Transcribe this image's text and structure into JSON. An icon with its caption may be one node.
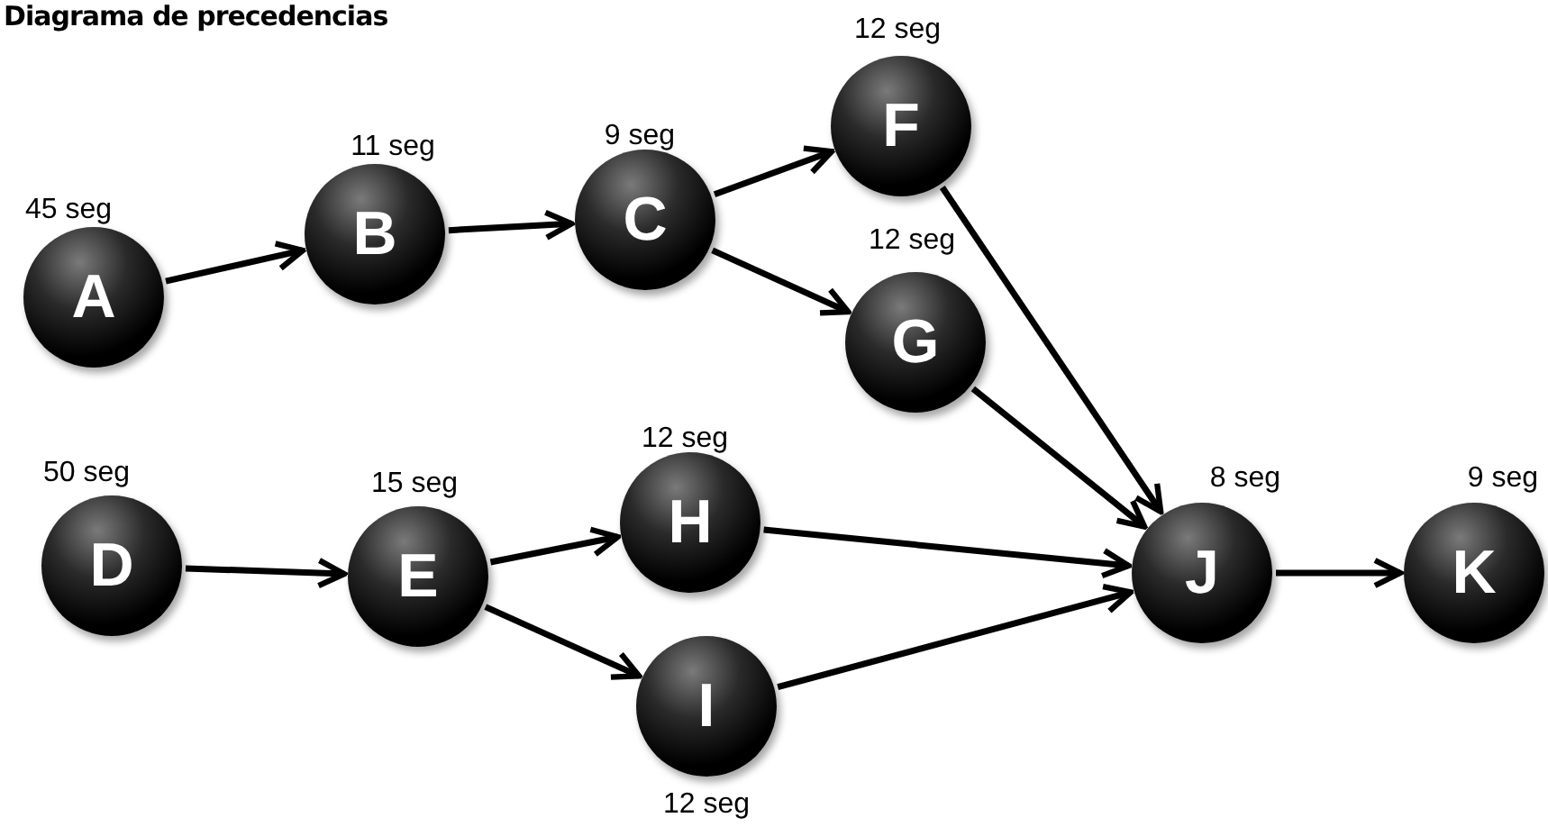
{
  "diagram": {
    "title": "Diagrama de precedencias",
    "nodes": [
      {
        "text": [
          "A"
        ],
        "beside": [
          "45 seg"
        ]
      },
      {
        "text": [
          "B"
        ],
        "beside": [
          "11 seg"
        ]
      },
      {
        "text": [
          "C"
        ],
        "beside": [
          "9 seg"
        ]
      },
      {
        "text": [
          "F"
        ],
        "beside": [
          "12 seg"
        ]
      },
      {
        "text": [
          "G"
        ],
        "beside": [
          "12 seg"
        ]
      },
      {
        "text": [
          "D"
        ],
        "beside": [
          "50 seg"
        ]
      },
      {
        "text": [
          "E"
        ],
        "beside": [
          "15 seg"
        ]
      },
      {
        "text": [
          "H"
        ],
        "beside": [
          "12 seg"
        ]
      },
      {
        "text": [
          "I"
        ],
        "beside": [
          "12 seg"
        ]
      },
      {
        "text": [
          "J"
        ],
        "beside": [
          "8 seg"
        ]
      },
      {
        "text": [
          "K"
        ],
        "beside": [
          "9 seg"
        ]
      }
    ],
    "edges": [
      {
        "from": 0,
        "to": 1,
        "arrow": "to"
      },
      {
        "from": 1,
        "to": 2,
        "arrow": "to"
      },
      {
        "from": 2,
        "to": 3,
        "arrow": "to"
      },
      {
        "from": 2,
        "to": 4,
        "arrow": "to"
      },
      {
        "from": 3,
        "to": 9,
        "arrow": "to"
      },
      {
        "from": 4,
        "to": 9,
        "arrow": "to"
      },
      {
        "from": 5,
        "to": 6,
        "arrow": "to"
      },
      {
        "from": 6,
        "to": 7,
        "arrow": "to"
      },
      {
        "from": 6,
        "to": 8,
        "arrow": "to"
      },
      {
        "from": 7,
        "to": 9,
        "arrow": "to"
      },
      {
        "from": 8,
        "to": 9,
        "arrow": "to"
      },
      {
        "from": 9,
        "to": 10,
        "arrow": "to"
      }
    ]
  }
}
